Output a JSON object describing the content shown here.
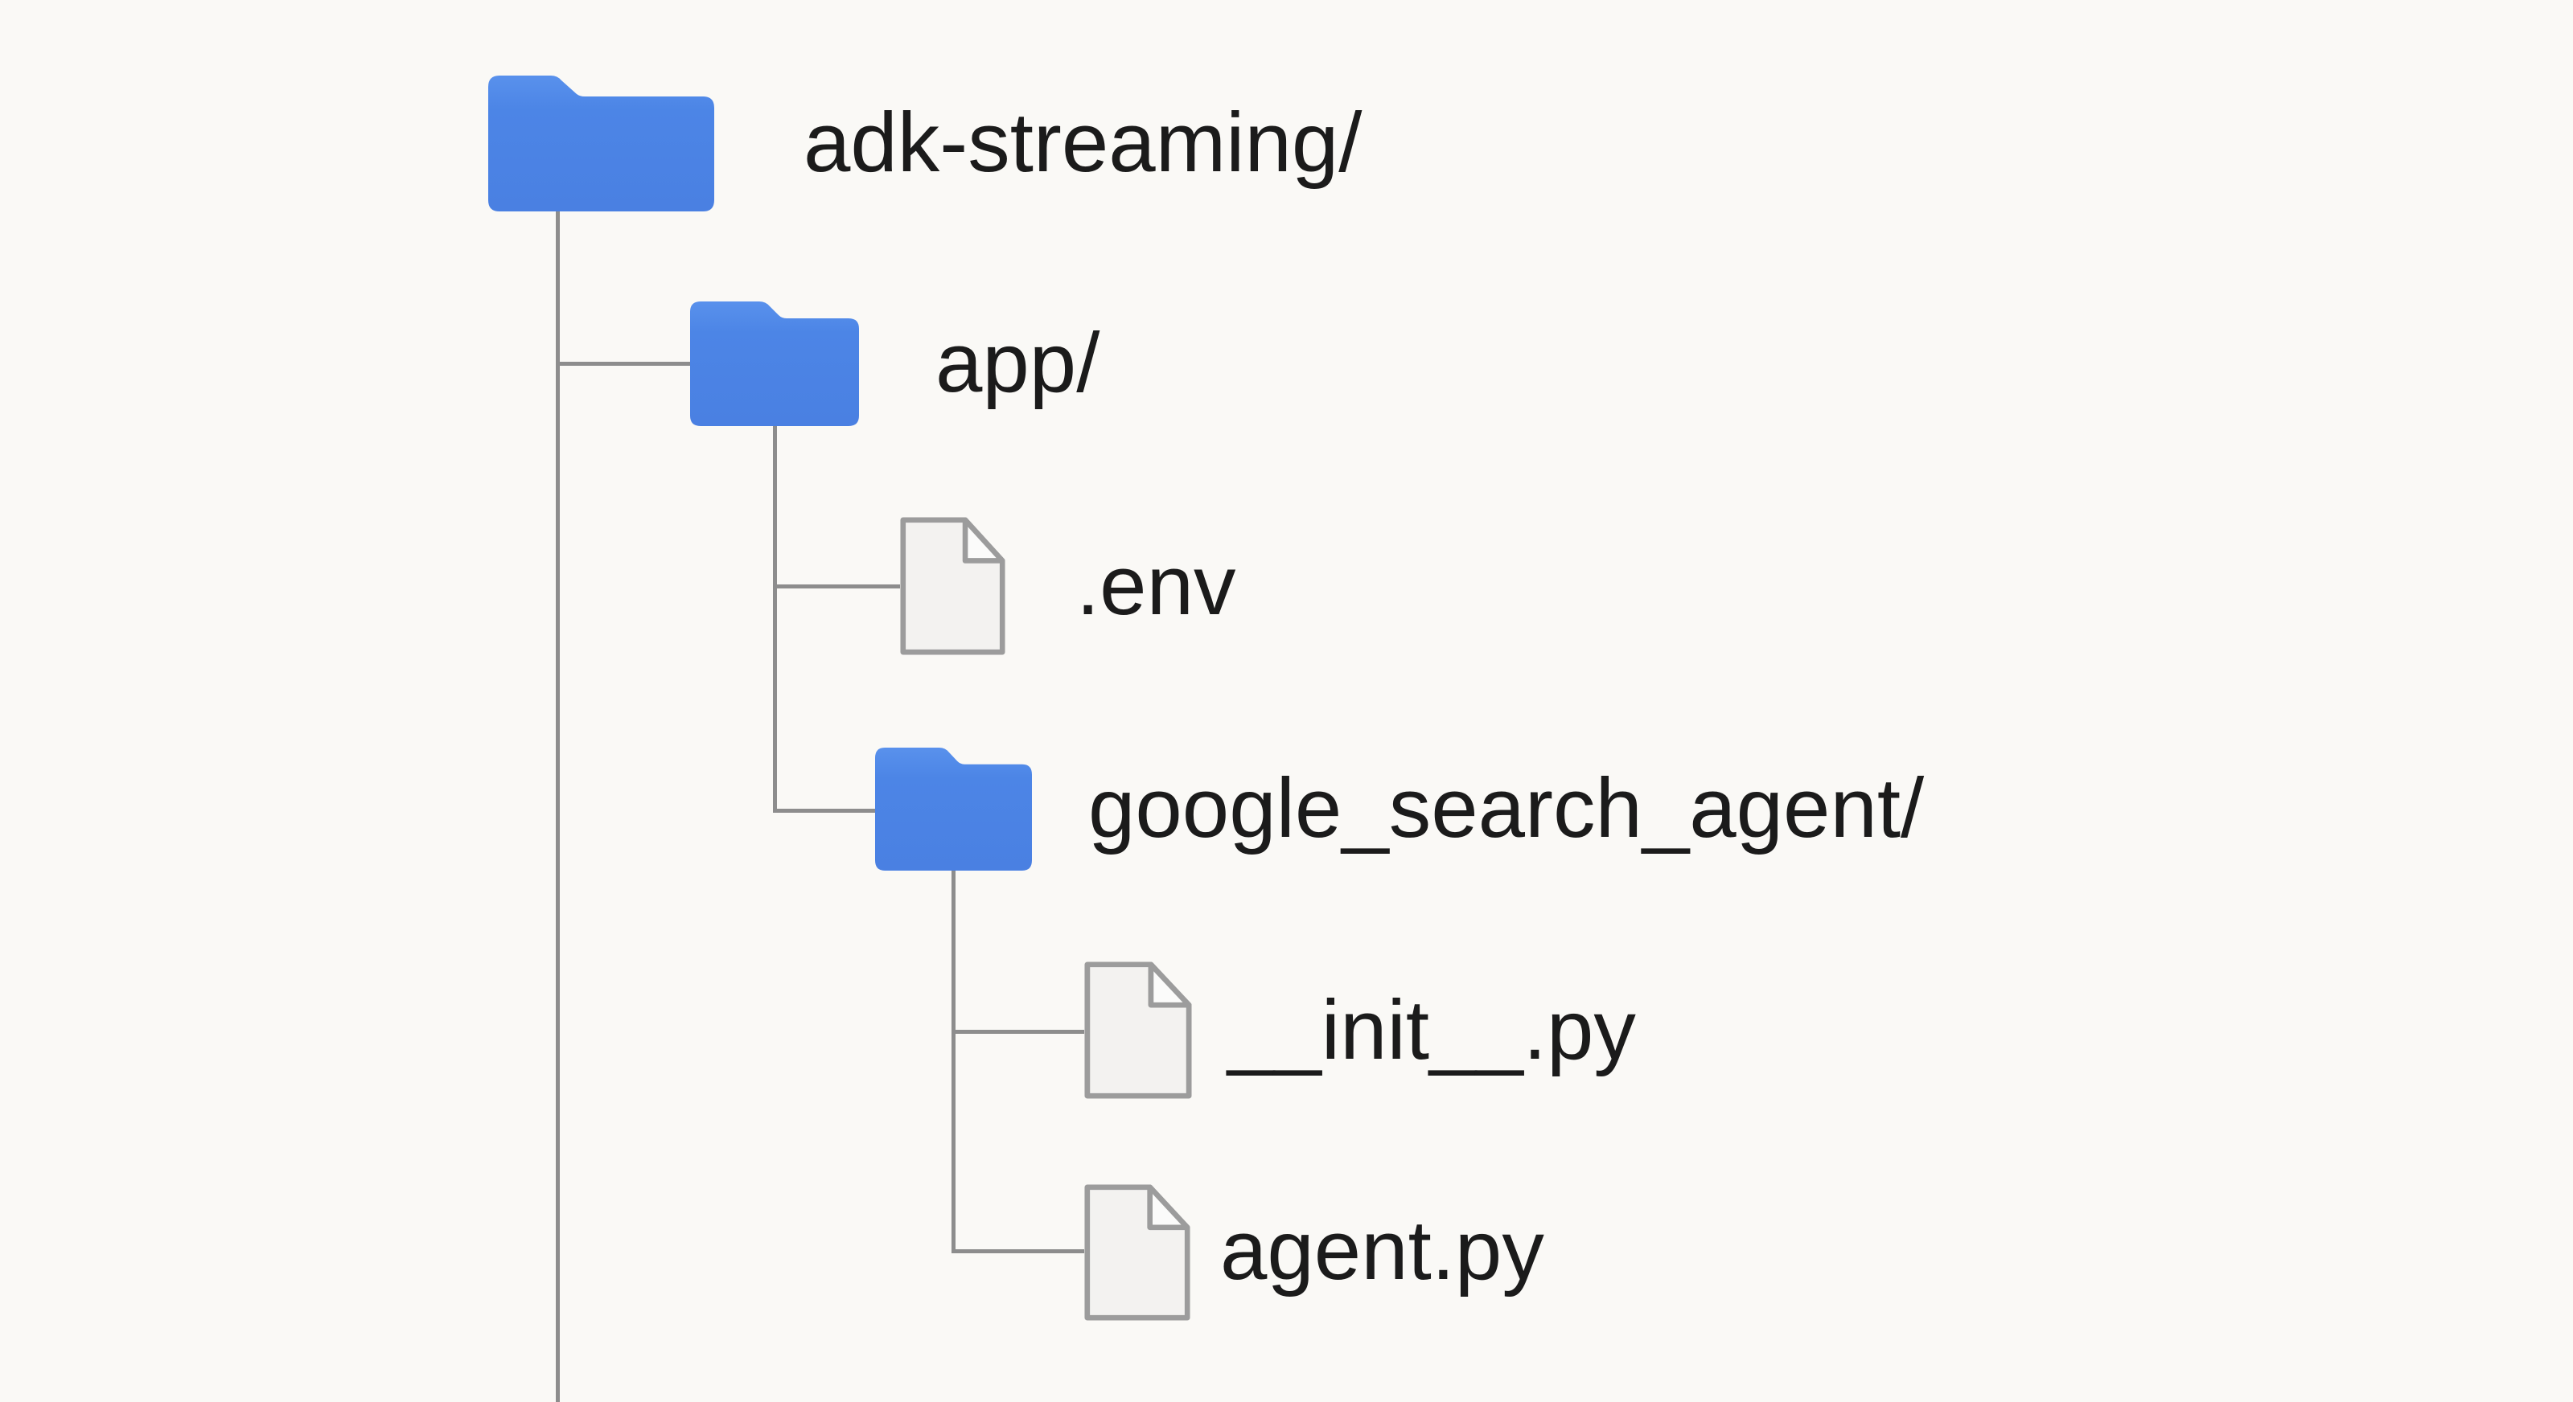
{
  "diagram": {
    "title": "project directory tree",
    "root_label": "adk-streaming/"
  },
  "colors": {
    "background": "#FAF9F6",
    "folder_blue": "#4A82E4",
    "folder_blue_light": "#5991EC",
    "file_fill": "#F3F2F0",
    "file_fold_fill": "#FBFBFA",
    "file_border": "#9C9C9C",
    "connector_gray": "#8D8D8D",
    "text": "#1B1B1B"
  },
  "nodes": [
    {
      "id": "adk",
      "label": "adk-streaming/",
      "type": "folder",
      "depth": 0,
      "parent": null
    },
    {
      "id": "app",
      "label": "app/",
      "type": "folder",
      "depth": 1,
      "parent": "adk-streaming/"
    },
    {
      "id": "env",
      "label": ".env",
      "type": "file",
      "depth": 2,
      "parent": "app/"
    },
    {
      "id": "gsa",
      "label": "google_search_agent/",
      "type": "folder",
      "depth": 2,
      "parent": "app/"
    },
    {
      "id": "init",
      "label": "__init__.py",
      "type": "file",
      "depth": 3,
      "parent": "google_search_agent/"
    },
    {
      "id": "agent",
      "label": "agent.py",
      "type": "file",
      "depth": 3,
      "parent": "google_search_agent/"
    }
  ]
}
